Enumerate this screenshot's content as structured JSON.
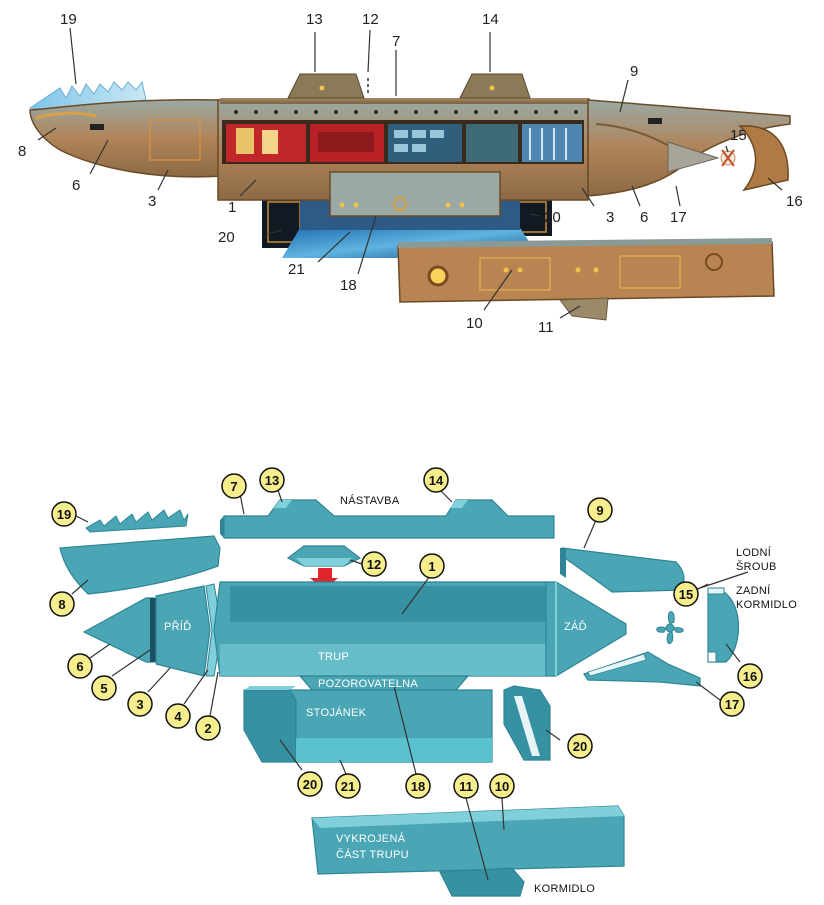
{
  "photo": {
    "labels": {
      "l19": "19",
      "l13": "13",
      "l12": "12",
      "l7": "7",
      "l14": "14",
      "l9": "9",
      "l8": "8",
      "l15": "15",
      "l6a": "6",
      "l3a": "3",
      "l1": "1",
      "l20a": "20",
      "l21": "21",
      "l18": "18",
      "l3b": "3",
      "l6b": "6",
      "l17": "17",
      "l16": "16",
      "l20b": "20",
      "l10": "10",
      "l11": "11"
    }
  },
  "diagram": {
    "badges": {
      "b19": "19",
      "b7": "7",
      "b13": "13",
      "b14": "14",
      "b9": "9",
      "b12": "12",
      "b1": "1",
      "b8": "8",
      "b15": "15",
      "b6": "6",
      "b5": "5",
      "b3": "3",
      "b4": "4",
      "b2": "2",
      "b16": "16",
      "b17": "17",
      "b20a": "20",
      "b21": "21",
      "b18": "18",
      "b20b": "20",
      "b11": "11",
      "b10": "10"
    },
    "texts": {
      "nastavba": "NÁSTAVBA",
      "lodni": "LODNÍ",
      "sroub": "ŠROUB",
      "zadni": "ZADNÍ",
      "kormidlo_rear": "KORMIDLO",
      "prid": "PŘÍĎ",
      "zad": "ZÁĎ",
      "trup": "TRUP",
      "pozorovatelna": "POZOROVATELNA",
      "stojanek": "STOJÁNEK",
      "vykrojena": "VYKROJENÁ",
      "cast_trupu": "ČÁST TRUPU",
      "kormidlo": "KORMIDLO"
    }
  },
  "colors": {
    "copper": "#b8793a",
    "copper_dark": "#7a4a22",
    "panel": "#8fa3a0",
    "interior_red": "#c0262a",
    "part_teal": "#4aa6b4",
    "part_teal_dark": "#2f8596",
    "part_teal_light": "#7fd0da",
    "badge_yellow": "#f6ee8c",
    "arrow_red": "#e0262a"
  }
}
